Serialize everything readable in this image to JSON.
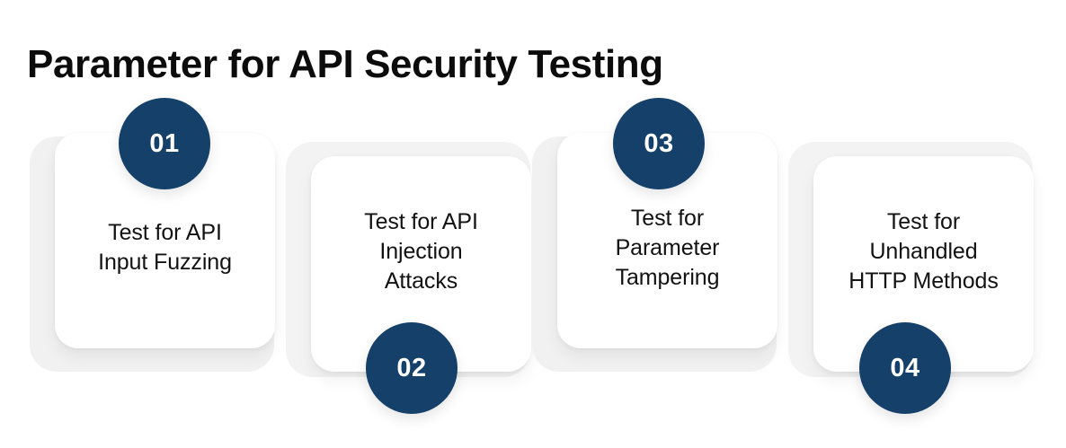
{
  "page": {
    "title": "Parameter for API Security Testing",
    "background_color": "#ffffff",
    "accent_color": "#14406a",
    "card_color": "#ffffff",
    "ghost_card_color": "#f1f1f1",
    "text_color": "#121212"
  },
  "steps": [
    {
      "number": "01",
      "label": "Test for API\nInput Fuzzing",
      "badge_position": "top"
    },
    {
      "number": "02",
      "label": "Test for API\nInjection\nAttacks",
      "badge_position": "bottom"
    },
    {
      "number": "03",
      "label": "Test for\nParameter\nTampering",
      "badge_position": "top"
    },
    {
      "number": "04",
      "label": "Test for\nUnhandled\nHTTP Methods",
      "badge_position": "bottom"
    }
  ]
}
